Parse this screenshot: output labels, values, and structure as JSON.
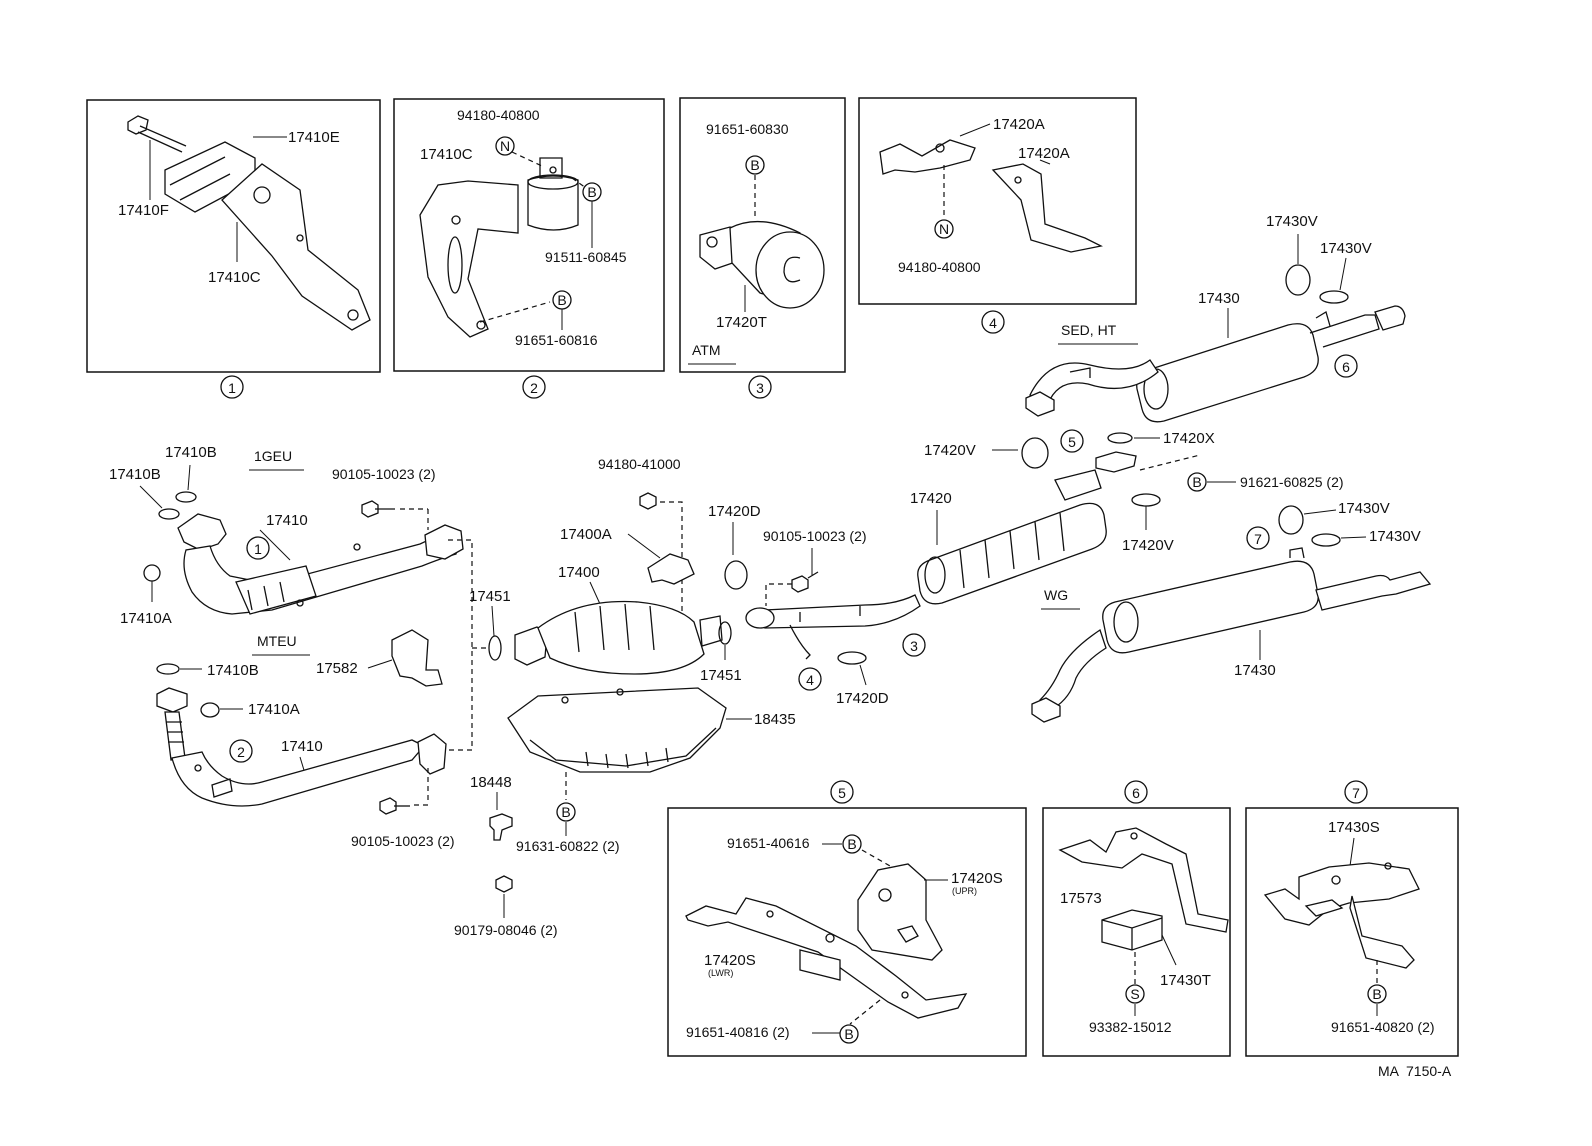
{
  "page_code": "MA  7150-A",
  "callouts": [
    "1",
    "2",
    "3",
    "4",
    "5",
    "6",
    "7"
  ],
  "bolt_marks": {
    "B": "B",
    "N": "N",
    "S": "S"
  },
  "variants": {
    "gen1": "1GEU",
    "mteu": "MTEU",
    "atm": "ATM",
    "sed_ht": "SED, HT",
    "wg": "WG"
  },
  "parts": {
    "p17410E": "17410E",
    "p17410F": "17410F",
    "p17410C": "17410C",
    "p9418040800": "94180-40800",
    "p9151160845": "91511-60845",
    "p9165160816": "91651-60816",
    "p9165160830": "91651-60830",
    "p17420T": "17420T",
    "p17420A": "17420A",
    "p17430V": "17430V",
    "p17430": "17430",
    "p17420V": "17420V",
    "p17420X": "17420X",
    "p9162160825_2": "91621-60825 (2)",
    "p17420": "17420",
    "p17410B": "17410B",
    "p17410": "17410",
    "p17410A": "17410A",
    "p9010510023_2": "90105-10023 (2)",
    "p9418041000": "94180-41000",
    "p17400A": "17400A",
    "p17420D": "17420D",
    "p17400": "17400",
    "p17451": "17451",
    "p17582": "17582",
    "p18435": "18435",
    "p18448": "18448",
    "p9163160822_2": "91631-60822 (2)",
    "p9017908046_2": "90179-08046 (2)",
    "p9165140616": "91651-40616",
    "p17420S": "17420S",
    "upr": "(UPR)",
    "lwr": "(LWR)",
    "p9165140816_2": "91651-40816 (2)",
    "p17573": "17573",
    "p17430T": "17430T",
    "p9338215012": "93382-15012",
    "p17430S": "17430S",
    "p9165140820_2": "91651-40820 (2)"
  }
}
